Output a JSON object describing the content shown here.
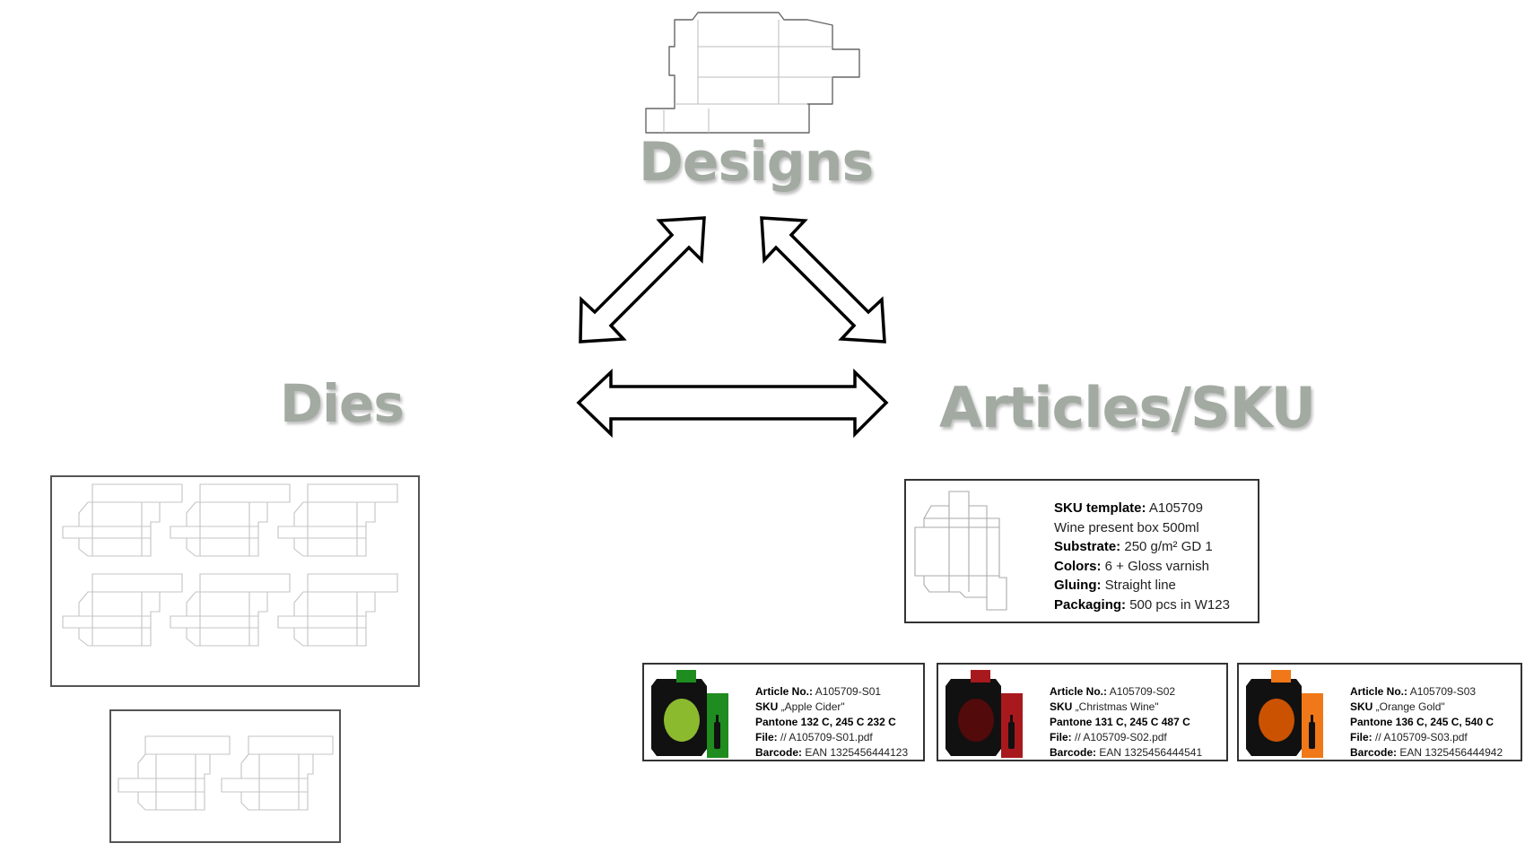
{
  "headings": {
    "designs": "Designs",
    "dies": "Dies",
    "articles": "Articles/SKU"
  },
  "sku_template": {
    "lines": [
      {
        "label": "SKU template:",
        "value": " A105709"
      },
      {
        "label": "",
        "value": "Wine present box 500ml"
      },
      {
        "label": "Substrate:",
        "value": " 250 g/m² GD 1"
      },
      {
        "label": "Colors:",
        "value": " 6 + Gloss varnish"
      },
      {
        "label": "Gluing:",
        "value": " Straight line"
      },
      {
        "label": "Packaging:",
        "value": " 500 pcs in W123"
      }
    ]
  },
  "articles": [
    {
      "color": "#1e8c1e",
      "accent": "#9acd32",
      "lines": [
        {
          "label": "Article No.:",
          "value": " A105709-S01"
        },
        {
          "label": "SKU",
          "value": " „Apple Cider\""
        },
        {
          "label": "Pantone 132 C, 245 C 232 C",
          "value": ""
        },
        {
          "label": "File:",
          "value": " // A105709-S01.pdf"
        },
        {
          "label": "Barcode:",
          "value": " EAN 1325456444123"
        }
      ]
    },
    {
      "color": "#a8191e",
      "accent": "#5a0a0a",
      "lines": [
        {
          "label": "Article No.:",
          "value": " A105709-S02"
        },
        {
          "label": "SKU",
          "value": " „Christmas Wine\""
        },
        {
          "label": "Pantone 131 C, 245 C 487 C",
          "value": ""
        },
        {
          "label": "File:",
          "value": " // A105709-S02.pdf"
        },
        {
          "label": "Barcode:",
          "value": " EAN 1325456444541"
        }
      ]
    },
    {
      "color": "#f07818",
      "accent": "#e05a00",
      "lines": [
        {
          "label": "Article No.:",
          "value": " A105709-S03"
        },
        {
          "label": "SKU",
          "value": " „Orange Gold\""
        },
        {
          "label": "Pantone 136 C, 245 C, 540 C",
          "value": ""
        },
        {
          "label": "File:",
          "value": " // A105709-S03.pdf"
        },
        {
          "label": "Barcode:",
          "value": " EAN 1325456444942"
        }
      ]
    }
  ],
  "colors": {
    "heading": "#a2aaa2",
    "outline": "#b8b8b8",
    "border": "#333333"
  }
}
